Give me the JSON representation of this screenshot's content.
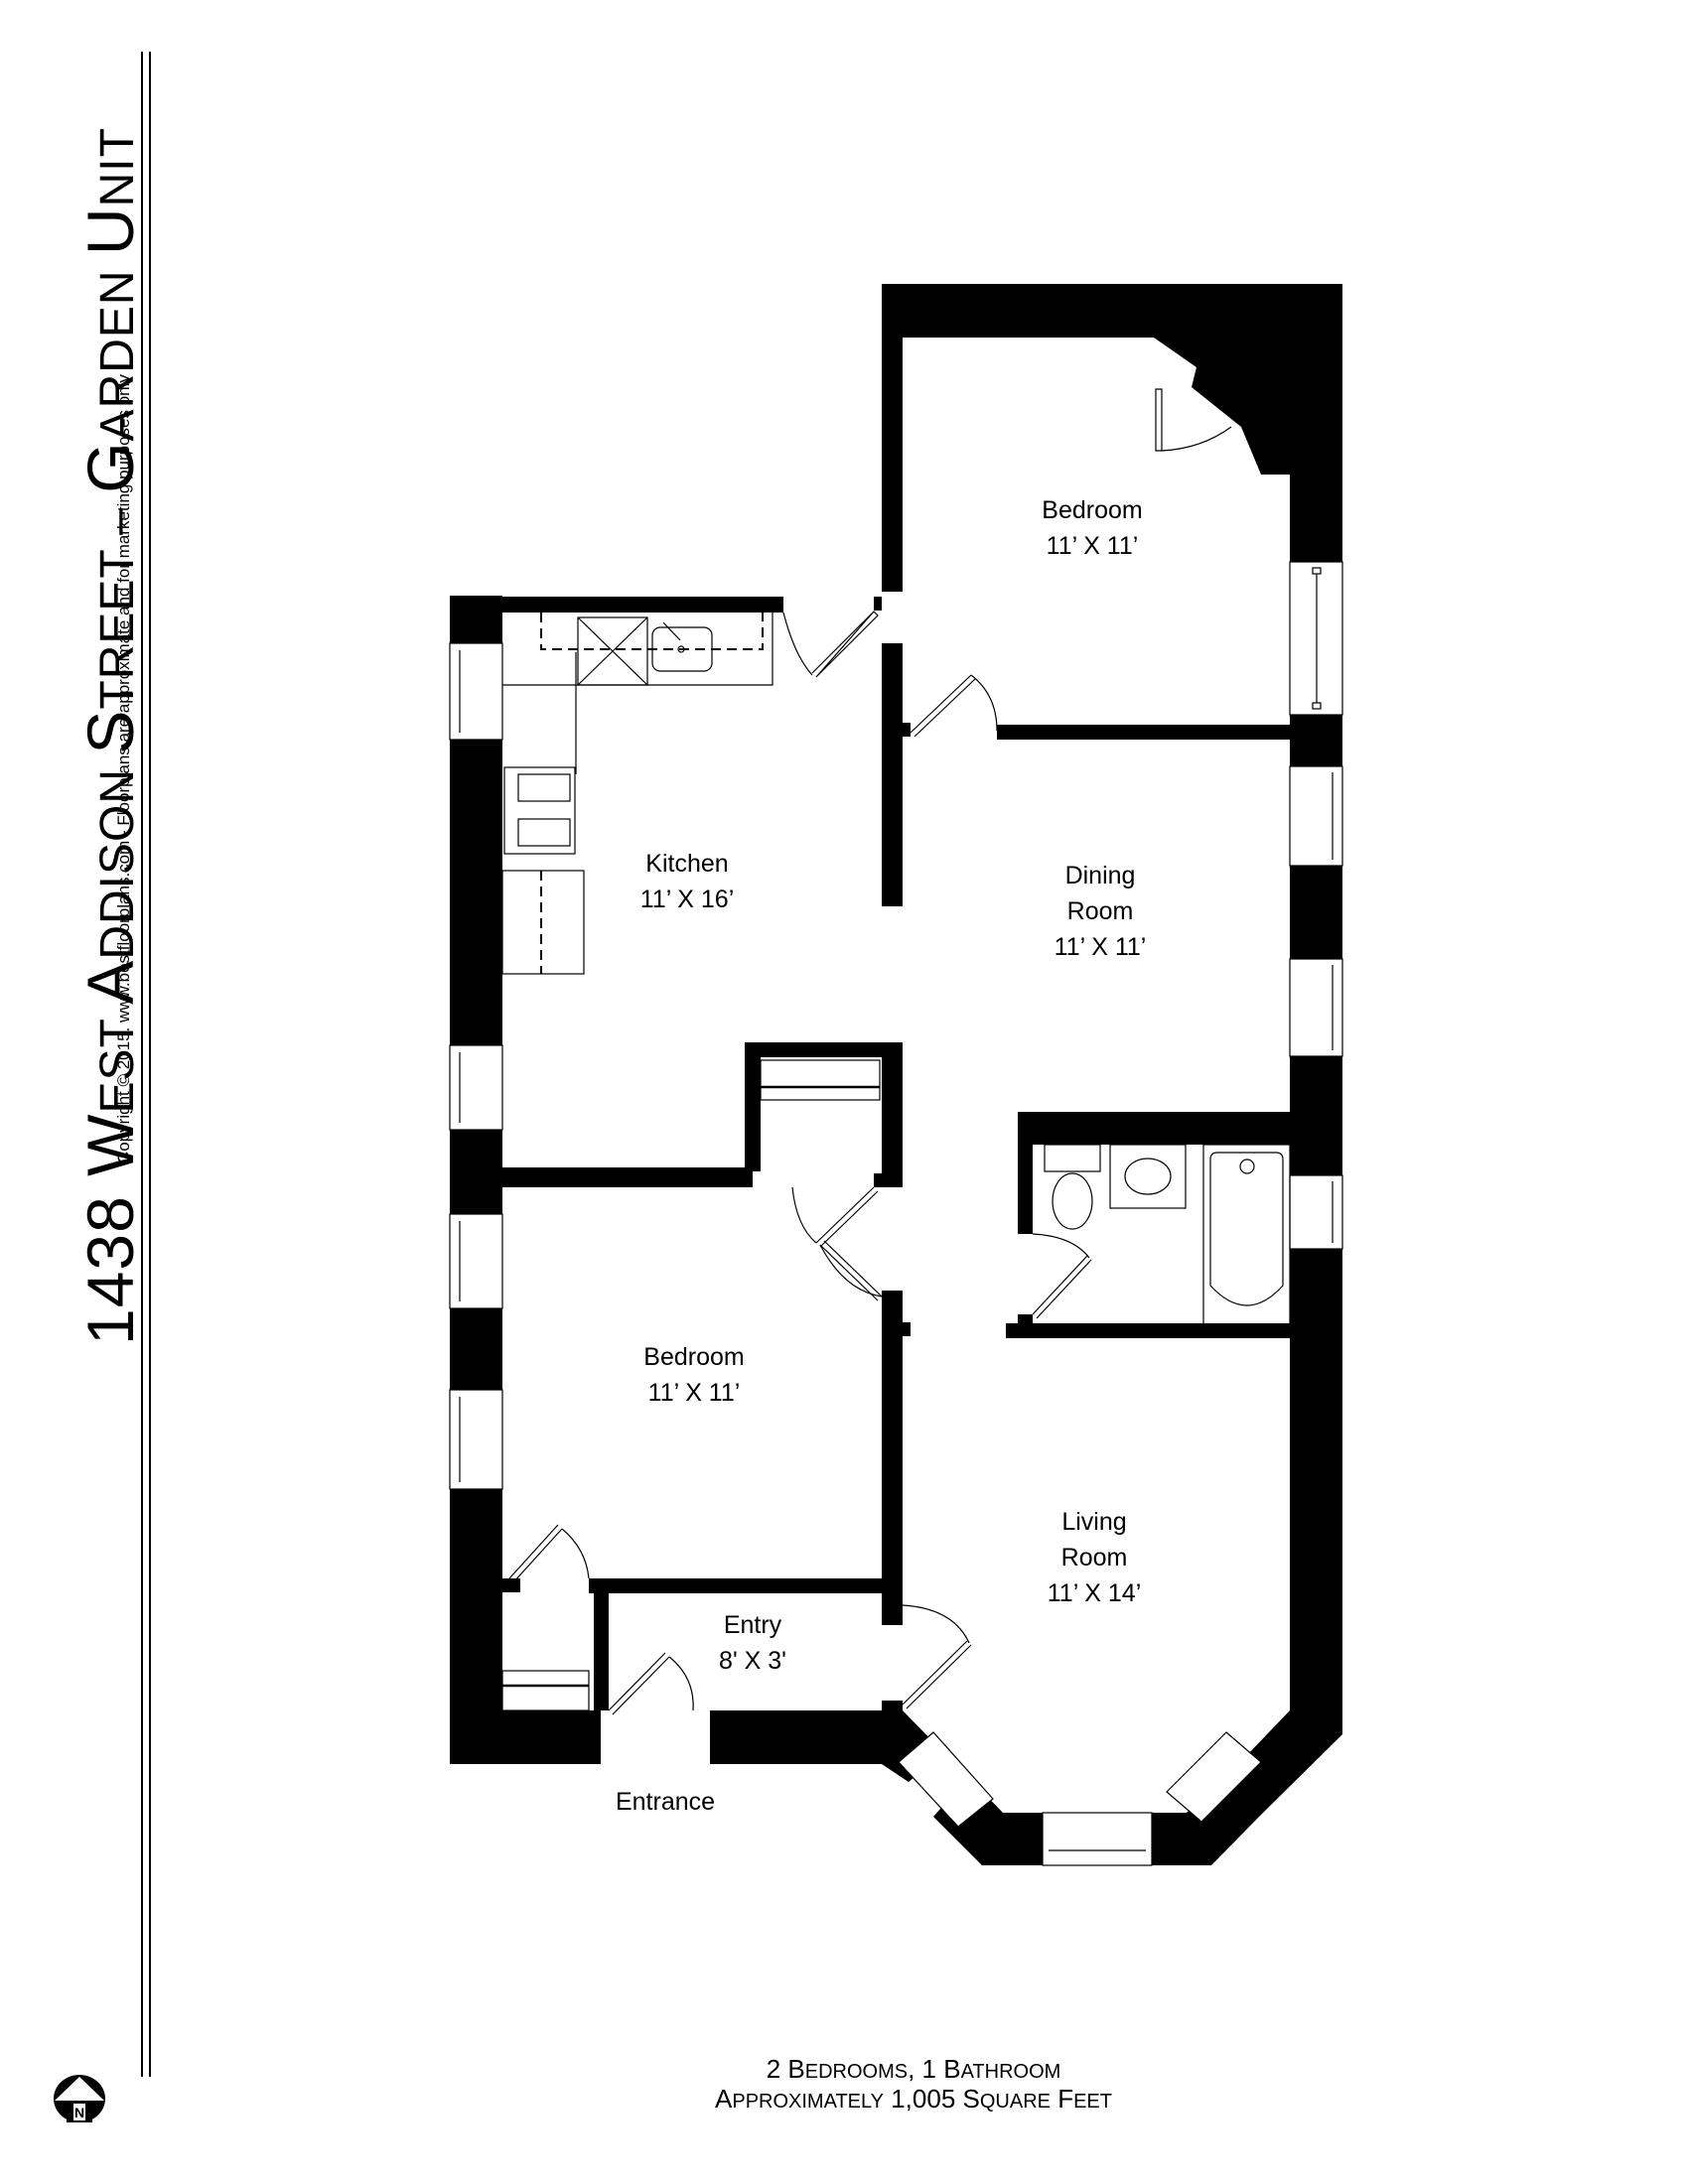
{
  "header": {
    "title": "1438 West Addison Street – Garden Unit",
    "title_parts": {
      "p1": "1438 W",
      "p2": "EST ",
      "p3": "A",
      "p4": "DDISON ",
      "p5": "S",
      "p6": "TREET – ",
      "p7": "G",
      "p8": "ARDEN ",
      "p9": "U",
      "p10": "NIT"
    },
    "subtitle": "Copyright © 2015. www.bestfloorplans.com - Floorplans are approximate and for marketing purposes only"
  },
  "rooms": [
    {
      "id": "bedroom-1",
      "name": "Bedroom",
      "size": "11’ X 11’"
    },
    {
      "id": "kitchen",
      "name": "Kitchen",
      "size": "11’ X 16’"
    },
    {
      "id": "dining-room",
      "name_line1": "Dining",
      "name_line2": "Room",
      "size": "11’ X 11’"
    },
    {
      "id": "bedroom-2",
      "name": "Bedroom",
      "size": "11’ X 11’"
    },
    {
      "id": "living-room",
      "name_line1": "Living",
      "name_line2": "Room",
      "size": "11’ X 14’"
    },
    {
      "id": "entry",
      "name": "Entry",
      "size": "8' X 3'"
    }
  ],
  "labels": {
    "entrance": "Entrance"
  },
  "footer": {
    "line1": "2 Bedrooms, 1 Bathroom",
    "line1_parts": {
      "a": "2 B",
      "b": "EDROOMS",
      "c": ", 1 B",
      "d": "ATHROOM"
    },
    "line2": "Approximately 1,005 Square Feet",
    "line2_parts": {
      "a": "A",
      "b": "PPROXIMATELY",
      "c": " 1,005 S",
      "d": "QUARE",
      "e": " F",
      "f": "EET"
    }
  },
  "north_arrow": {
    "letter": "N"
  },
  "colors": {
    "wall": "#000000",
    "background": "#ffffff",
    "line": "#000000"
  }
}
